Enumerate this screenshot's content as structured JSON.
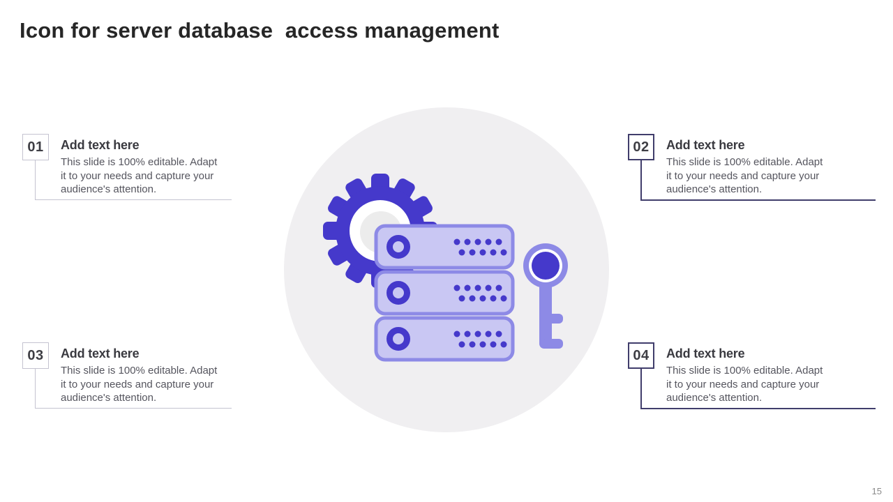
{
  "slide": {
    "title": "Icon for server database  access management",
    "page_number": "15"
  },
  "colors": {
    "accent": "#4539cb",
    "icon_fill_light": "#c9c7f3",
    "icon_stroke_mid": "#8d8ae6",
    "circle_bg": "#f0eff1",
    "connector_dark": "#403d6b",
    "connector_light": "#c4c3d0",
    "title_text": "#262626",
    "heading_text": "#3a3a40",
    "body_text": "#55555e",
    "number_text": "#3e3e44",
    "page_number_text": "#8a8a8a"
  },
  "icon": {
    "name": "server-database-access-icon",
    "parts": [
      "gear-icon",
      "server-stack-icon",
      "key-icon"
    ]
  },
  "blocks": [
    {
      "number": "01",
      "heading": "Add text here",
      "body_lines": [
        "This slide is 100% editable. Adapt",
        "it to your needs and capture your",
        "audience's attention."
      ]
    },
    {
      "number": "02",
      "heading": "Add text here",
      "body_lines": [
        "This slide is 100% editable. Adapt",
        "it to your needs and capture your",
        "audience's attention."
      ]
    },
    {
      "number": "03",
      "heading": "Add text here",
      "body_lines": [
        "This slide is 100% editable. Adapt",
        "it to your needs and capture your",
        "audience's attention."
      ]
    },
    {
      "number": "04",
      "heading": "Add text here",
      "body_lines": [
        "This slide is 100% editable. Adapt",
        "it to your needs and capture your",
        "audience's attention."
      ]
    }
  ]
}
